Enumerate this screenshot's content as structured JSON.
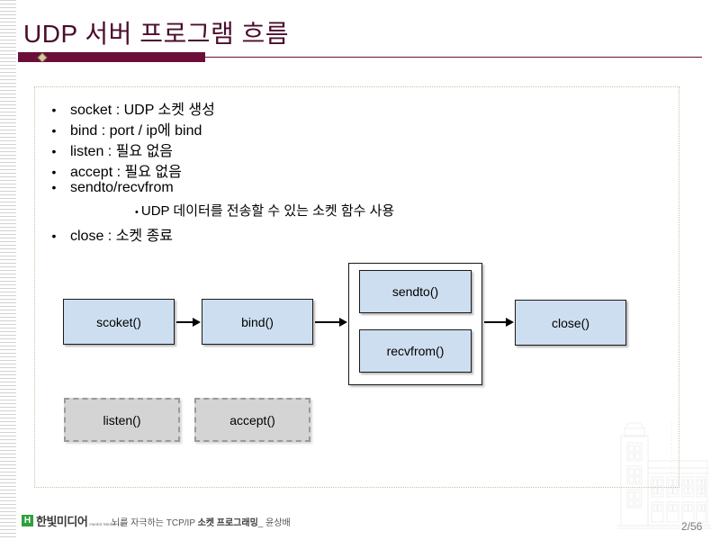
{
  "slide": {
    "title": "UDP 서버 프로그램 흐름",
    "title_color": "#4a0c2c",
    "accent_bar_color": "#6b0e38"
  },
  "bullets": [
    {
      "marker": "•",
      "text": "socket : UDP 소켓 생성"
    },
    {
      "marker": "•",
      "text": "bind : port / ip에 bind"
    },
    {
      "marker": "•",
      "text": "listen : 필요 없음"
    },
    {
      "marker": "•",
      "text": "accept : 필요 없음"
    },
    {
      "marker": "•",
      "text": "sendto/recvfrom"
    }
  ],
  "sub_bullet": {
    "marker": "•",
    "text": "UDP 데이터를 전송할 수 있는 소켓 함수 사용"
  },
  "last_bullet": {
    "marker": "•",
    "text": "close : 소켓 종료"
  },
  "diagram": {
    "type": "flowchart",
    "active_fill": "#cddef0",
    "disabled_fill": "#d4d4d4",
    "nodes": [
      {
        "id": "scoket",
        "label": "scoket()",
        "state": "active"
      },
      {
        "id": "bind",
        "label": "bind()",
        "state": "active"
      },
      {
        "id": "sendto",
        "label": "sendto()",
        "state": "active"
      },
      {
        "id": "recvfrom",
        "label": "recvfrom()",
        "state": "active"
      },
      {
        "id": "close",
        "label": "close()",
        "state": "active"
      },
      {
        "id": "listen",
        "label": "listen()",
        "state": "disabled"
      },
      {
        "id": "accept",
        "label": "accept()",
        "state": "disabled"
      }
    ],
    "edges": [
      {
        "from": "scoket",
        "to": "bind"
      },
      {
        "from": "bind",
        "to": "sendto-recvfrom-group"
      },
      {
        "from": "sendto-recvfrom-group",
        "to": "close"
      }
    ]
  },
  "footer": {
    "logo_mark": "H",
    "logo_word": "한빛미디어",
    "logo_sub": "Hanbit Media, Inc",
    "text_prefix": "뇌를 자극하는 TCP/IP ",
    "text_bold": "소켓 프로그래밍",
    "text_suffix": "_ 윤상배",
    "page": "2/56"
  }
}
